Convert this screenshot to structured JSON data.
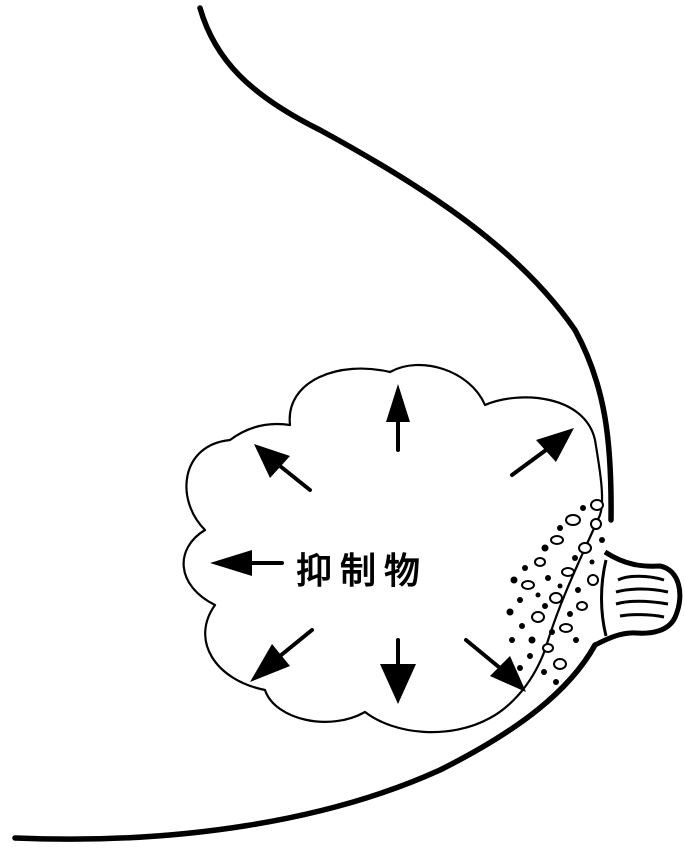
{
  "label": "抑制物",
  "colors": {
    "ink": "#000000",
    "paper": "#ffffff"
  },
  "arrows": [
    "up",
    "up-right",
    "right-down",
    "down",
    "down-left",
    "left",
    "up-left"
  ]
}
